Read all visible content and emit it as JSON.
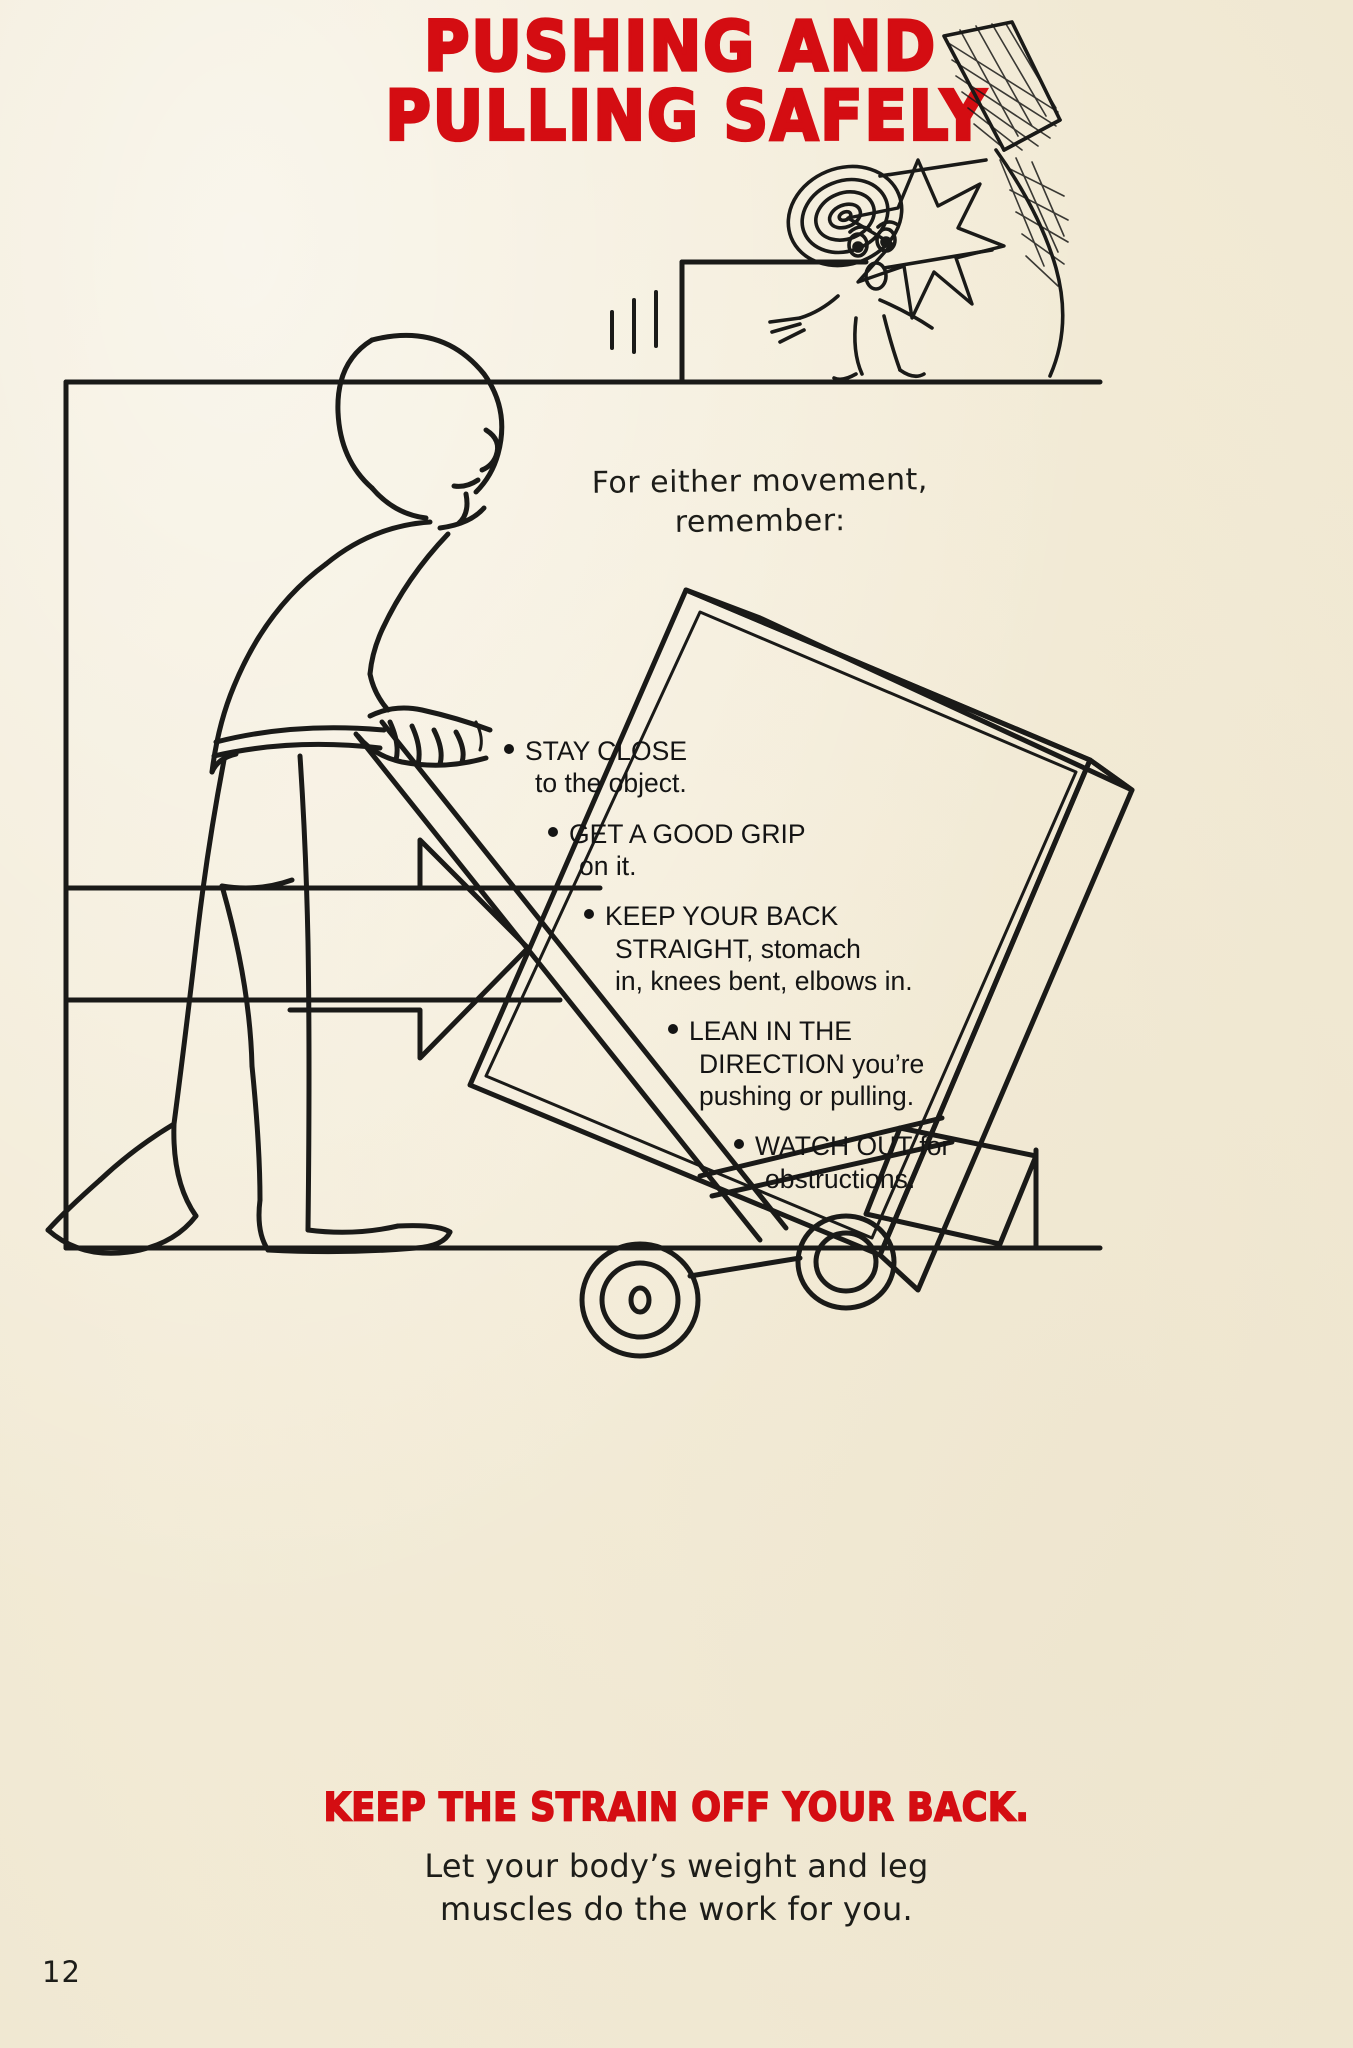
{
  "page": {
    "background_color": "#f6efdc",
    "ink_color": "#141414",
    "accent_color": "#d40d12",
    "number": "12"
  },
  "title": {
    "line1": "PUSHING AND",
    "line2": "PULLING SAFELY"
  },
  "intro": {
    "line1": "For either movement,",
    "line2": "remember:"
  },
  "bullets": [
    {
      "head": "STAY CLOSE",
      "rest": [
        "to the object."
      ]
    },
    {
      "head": "GET A GOOD GRIP",
      "rest": [
        "on it."
      ]
    },
    {
      "head": "KEEP YOUR BACK",
      "rest": [
        "STRAIGHT, stomach",
        "in, knees bent, elbows in."
      ]
    },
    {
      "head": "LEAN IN THE",
      "rest": [
        "DIRECTION you’re",
        "pushing or pulling."
      ]
    },
    {
      "head": "WATCH OUT for",
      "rest": [
        "obstructions."
      ]
    }
  ],
  "footer": {
    "headline": "KEEP THE STRAIN OFF YOUR BACK.",
    "caption_line1": "Let your body’s weight and leg",
    "caption_line2": "muscles do the work for you."
  },
  "illustration": {
    "scene": "worker-pushing-hand-truck",
    "elements": [
      "room-wall-outline",
      "worker-figure",
      "hand-truck-with-large-box",
      "directional-arrow",
      "carpet-roll-cartoon-character",
      "starburst-impact",
      "motion-lines"
    ]
  }
}
